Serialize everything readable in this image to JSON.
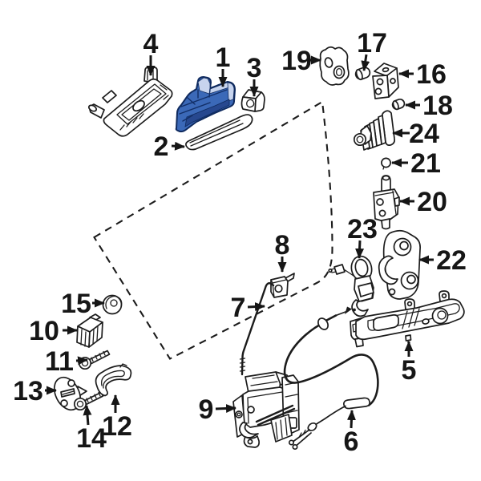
{
  "figure": {
    "background_color": "#ffffff",
    "line_color": "#1c1c1c",
    "highlight_color": "#3b69b8",
    "highlighted_part": "1"
  },
  "callouts": {
    "c1": {
      "label": "1"
    },
    "c2": {
      "label": "2"
    },
    "c3": {
      "label": "3"
    },
    "c4": {
      "label": "4"
    },
    "c5": {
      "label": "5"
    },
    "c6": {
      "label": "6"
    },
    "c7": {
      "label": "7"
    },
    "c8": {
      "label": "8"
    },
    "c9": {
      "label": "9"
    },
    "c10": {
      "label": "10"
    },
    "c11": {
      "label": "11"
    },
    "c12": {
      "label": "12"
    },
    "c13": {
      "label": "13"
    },
    "c14": {
      "label": "14"
    },
    "c15": {
      "label": "15"
    },
    "c16": {
      "label": "16"
    },
    "c17": {
      "label": "17"
    },
    "c18": {
      "label": "18"
    },
    "c19": {
      "label": "19"
    },
    "c20": {
      "label": "20"
    },
    "c21": {
      "label": "21"
    },
    "c22": {
      "label": "22"
    },
    "c23": {
      "label": "23"
    },
    "c24": {
      "label": "24"
    }
  }
}
